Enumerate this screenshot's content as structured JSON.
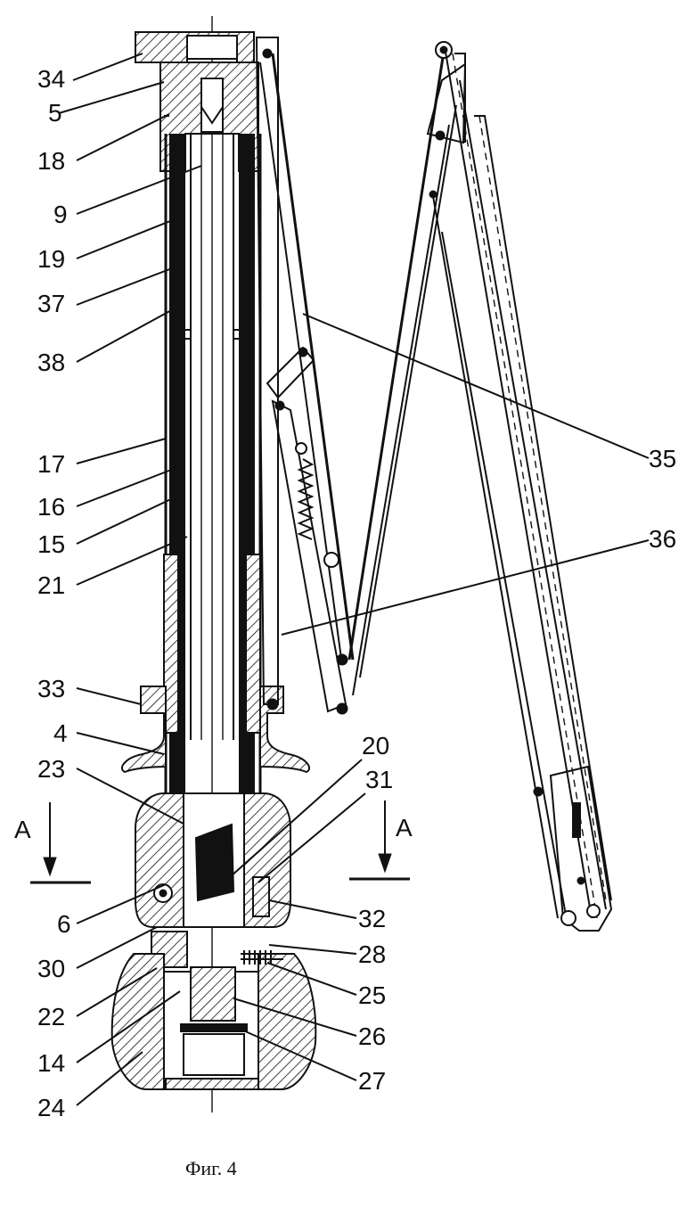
{
  "figure": {
    "caption": "Фиг. 4",
    "section_marker_left": "A",
    "section_marker_right": "A"
  },
  "labels_left": [
    "34",
    "5",
    "18",
    "9",
    "19",
    "37",
    "38",
    "17",
    "16",
    "15",
    "21",
    "33",
    "4",
    "23",
    "6",
    "30",
    "22",
    "14",
    "24"
  ],
  "labels_right": [
    "35",
    "36",
    "20",
    "31",
    "32",
    "28",
    "25",
    "26",
    "27"
  ]
}
